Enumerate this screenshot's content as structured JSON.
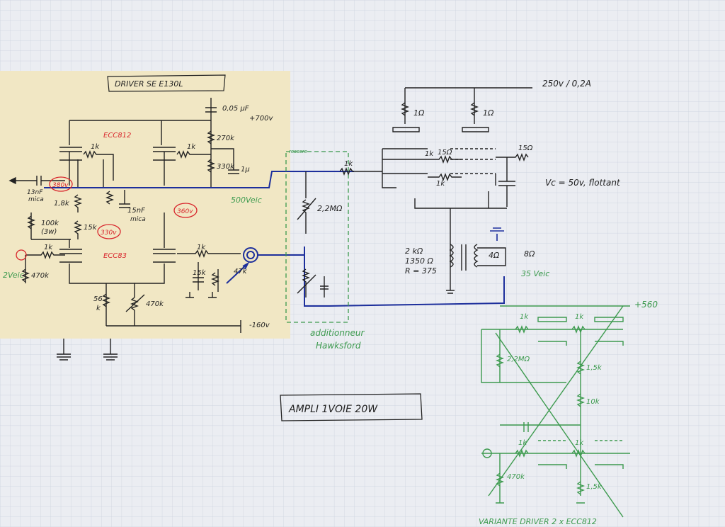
{
  "colors": {
    "paper": "#ebedf2",
    "grid": "#c9d0de",
    "note_paper": "#f1e7c4",
    "ink_black": "#222222",
    "ink_red": "#d8242b",
    "ink_green": "#3c9a4e",
    "ink_blue": "#1d2f9c"
  },
  "driver_board": {
    "title": "DRIVER SE E130L",
    "tube_top": "ECC812",
    "tube_bottom": "ECC83",
    "cap_top_value": "0,05 µF",
    "supply_plus": "+700v",
    "res_270k": "270k",
    "res_330k": "330k",
    "res_1k_a": "1k",
    "res_1k_b": "1k",
    "cap_1k_mica": "1µ",
    "cap_15nf": "15nF",
    "cap_15nf_note": "mica",
    "cap_13nf": "13nF",
    "cap_13nf_note": "mica",
    "volt_380": "380v",
    "volt_360": "360v",
    "volt_330": "330v",
    "res_18k": "1,8k",
    "res_100k": "100k",
    "res_100k_note": "(3w)",
    "res_15k": "15k",
    "res_1k_in": "1k",
    "res_470k_in": "470k",
    "res_1k_grid": "1k",
    "res_56k": "56",
    "res_56k_suffix": "k",
    "pot_470k": "470k",
    "res_15k_b": "15k",
    "pot_47k": "47k",
    "input_level": "2Veic",
    "output_level": "500Veic",
    "supply_minus": "-160v"
  },
  "output_stage": {
    "supply_label": "250v / 0,2A",
    "res_1a": "1Ω",
    "res_1b": "1Ω",
    "grid_res": "1k",
    "res_15a": "15Ω",
    "res_15b": "15Ω",
    "res_1k_b": "1k",
    "res_1k_c": "1k",
    "bias_note": "Vc = 50v, flottant",
    "pot_22m": "2,2MΩ",
    "xformer_primary": "2 kΩ",
    "xformer_dcr": "1350 Ω",
    "xformer_ratio": "R = 375",
    "xformer_secondary": "4Ω",
    "speaker_8": "8Ω",
    "output_volts": "35 Veic",
    "top_mark": "ressere"
  },
  "adder": {
    "line1": "additionneur",
    "line2": "Hawksford"
  },
  "title_box": {
    "text": "AMPLI 1VOIE 20W"
  },
  "variant": {
    "supply": "+560",
    "res_1k_a": "1k",
    "res_1k_b": "1k",
    "res_22m": "2,2MΩ",
    "res_15k_a": "1,5k",
    "res_10k": "10k",
    "res_1k_c": "1k",
    "res_1k_d": "1k",
    "res_470k": "470k",
    "res_15k_b": "1,5k",
    "caption": "VARIANTE DRIVER 2 x ECC812"
  }
}
